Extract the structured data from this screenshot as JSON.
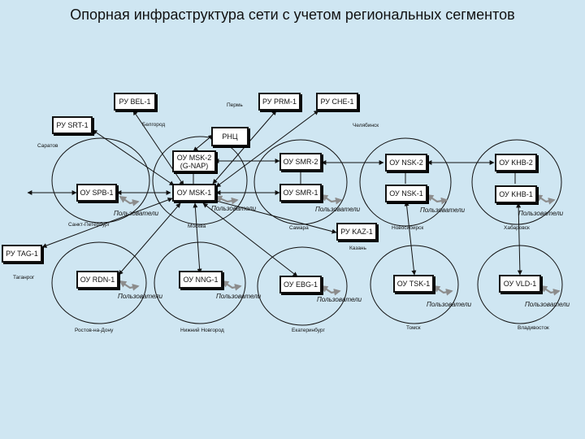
{
  "title": "Опорная инфраструктура сети с учетом региональных сегментов",
  "nodes": {
    "ru_bel1": "РУ BEL-1",
    "ru_srt1": "РУ SRT-1",
    "ru_prm1": "РУ PRM-1",
    "ru_che1": "РУ CHE-1",
    "rnc": "РНЦ",
    "ou_msk2": "ОУ MSK-2 (G-NAP)",
    "ou_msk1": "ОУ MSK-1",
    "ou_spb1": "ОУ SPB-1",
    "ou_smr2": "ОУ SMR-2",
    "ou_smr1": "ОУ SMR-1",
    "ou_nsk2": "ОУ NSK-2",
    "ou_nsk1": "ОУ NSK-1",
    "ou_khb2": "ОУ KHB-2",
    "ou_khb1": "ОУ KHB-1",
    "ru_kaz1": "РУ KAZ-1",
    "ru_tag1": "РУ TAG-1",
    "ou_rdn1": "ОУ RDN-1",
    "ou_nng1": "ОУ NNG-1",
    "ou_ebg1": "ОУ EBG-1",
    "ou_tsk1": "ОУ TSK-1",
    "ou_vld1": "ОУ VLD-1"
  },
  "cities": {
    "perm": "Пермь",
    "belgorod": "Белгород",
    "chelyabinsk": "Челябинск",
    "saratov": "Саратов",
    "spb": "Санкт-Петербург",
    "moscow": "Москва",
    "samara": "Самара",
    "novosibirsk": "Новосибирск",
    "khabarovsk": "Хабаровск",
    "kazan": "Казань",
    "taganrog": "Таганрог",
    "rostov": "Ростов-на-Дону",
    "nnovgorod": "Нижний Новгород",
    "ekaterinburg": "Екатеринбург",
    "tomsk": "Томск",
    "vladivostok": "Владивосток"
  },
  "users_label": "Пользователи",
  "colors": {
    "background": "#cfe6f2",
    "line": "#111111",
    "user_arrow": "#8c8c8c"
  }
}
